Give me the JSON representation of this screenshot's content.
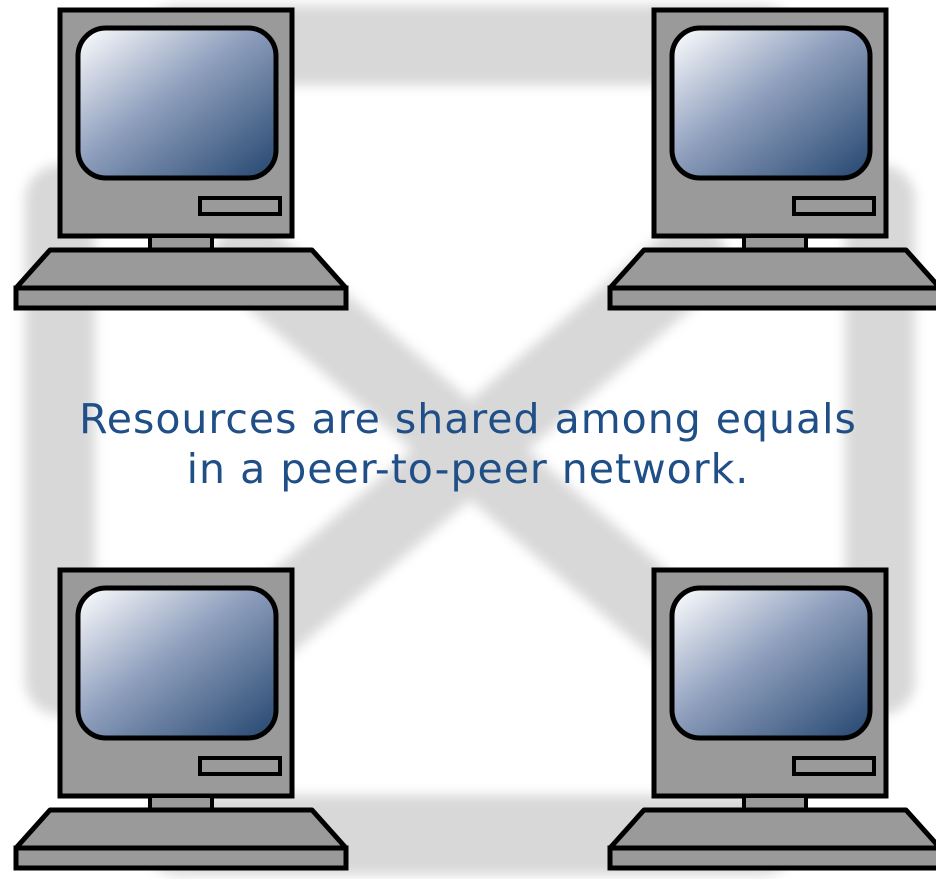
{
  "caption": {
    "line1": "Resources are shared among equals",
    "line2": "in a peer-to-peer network."
  },
  "colors": {
    "caption_text": "#1f4f86",
    "connection": "#d6d6d6",
    "case": "#9a9a9a",
    "outline": "#000000",
    "screen_dark": "#24466f",
    "screen_light": "#ffffff"
  },
  "diagram": {
    "nodes": [
      {
        "name": "computer-top-left",
        "icon": "desktop-computer-icon"
      },
      {
        "name": "computer-top-right",
        "icon": "desktop-computer-icon"
      },
      {
        "name": "computer-bottom-left",
        "icon": "desktop-computer-icon"
      },
      {
        "name": "computer-bottom-right",
        "icon": "desktop-computer-icon"
      }
    ],
    "edges": [
      [
        "computer-top-left",
        "computer-top-right"
      ],
      [
        "computer-bottom-left",
        "computer-bottom-right"
      ],
      [
        "computer-top-left",
        "computer-bottom-left"
      ],
      [
        "computer-top-right",
        "computer-bottom-right"
      ],
      [
        "computer-top-left",
        "computer-bottom-right"
      ],
      [
        "computer-top-right",
        "computer-bottom-left"
      ]
    ]
  }
}
